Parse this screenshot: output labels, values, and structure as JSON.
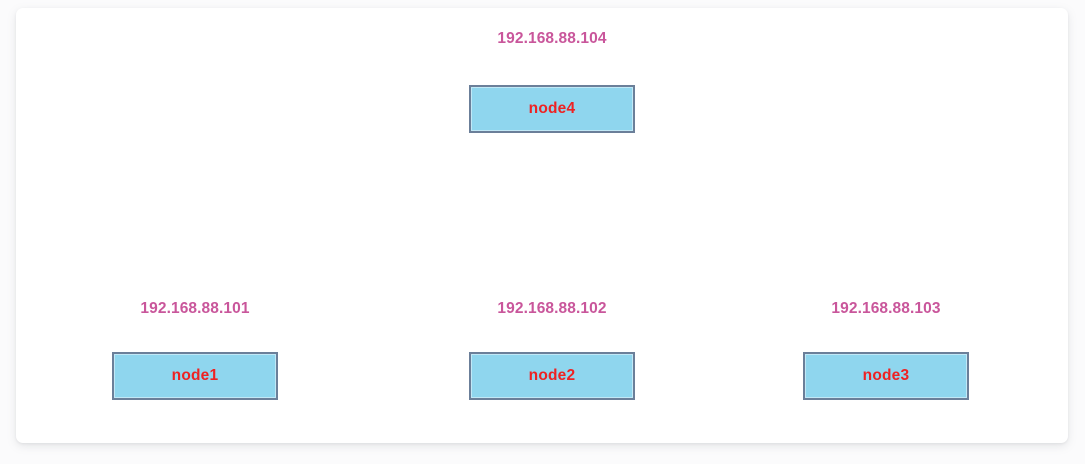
{
  "diagram": {
    "title": "",
    "background_color": "#fbfbfc",
    "card_color": "#ffffff",
    "node_fill_color": "#8fd6ee",
    "node_border_color": "#6b7f99",
    "node_label_color": "#ee2222",
    "ip_label_color": "#c9569b",
    "nodes": [
      {
        "id": "node4",
        "name": "node4",
        "ip": "192.168.88.104",
        "position": "top-center"
      },
      {
        "id": "node1",
        "name": "node1",
        "ip": "192.168.88.101",
        "position": "bottom-left"
      },
      {
        "id": "node2",
        "name": "node2",
        "ip": "192.168.88.102",
        "position": "bottom-center"
      },
      {
        "id": "node3",
        "name": "node3",
        "ip": "192.168.88.103",
        "position": "bottom-right"
      }
    ]
  }
}
